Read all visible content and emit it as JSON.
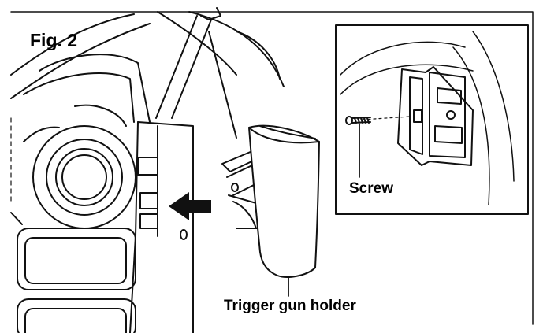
{
  "figure": {
    "label": "Fig. 2",
    "callouts": {
      "screw": "Screw",
      "trigger_gun_holder": "Trigger gun holder"
    }
  }
}
